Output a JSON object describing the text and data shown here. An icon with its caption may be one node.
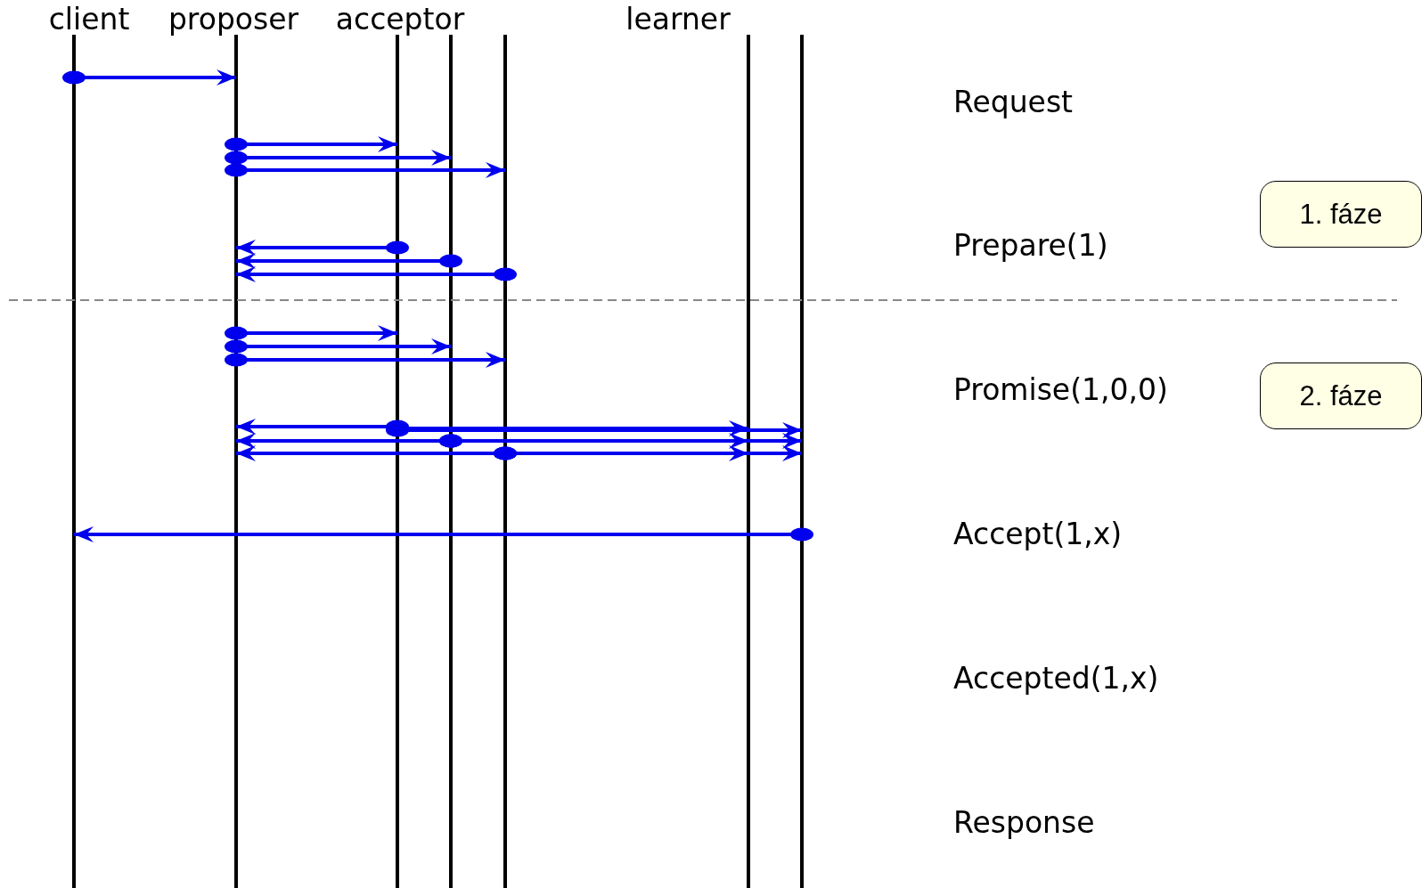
{
  "diagram": {
    "nodes": [
      {
        "text": [
          "client"
        ]
      },
      {
        "text": [
          "proposer"
        ]
      },
      {
        "text": [
          "acceptor"
        ]
      },
      {
        "text": [],
        "shape": "bar"
      },
      {
        "text": [],
        "shape": "bar"
      },
      {
        "text": [
          "learner"
        ]
      },
      {
        "text": [],
        "shape": "bar"
      },
      {
        "text": [
          "1. fáze"
        ]
      },
      {
        "text": [
          "2. fáze"
        ]
      }
    ],
    "edges": [
      {
        "from": 0,
        "to": 1,
        "arrow": "to"
      },
      {
        "from": 1,
        "to": 2,
        "arrow": "to"
      },
      {
        "from": 1,
        "to": 3,
        "arrow": "to"
      },
      {
        "from": 1,
        "to": 4,
        "arrow": "to"
      },
      {
        "from": 2,
        "to": 1,
        "arrow": "to"
      },
      {
        "from": 3,
        "to": 1,
        "arrow": "to"
      },
      {
        "from": 4,
        "to": 1,
        "arrow": "to"
      },
      {
        "from": 1,
        "to": 2,
        "arrow": "to"
      },
      {
        "from": 1,
        "to": 3,
        "arrow": "to"
      },
      {
        "from": 1,
        "to": 4,
        "arrow": "to"
      },
      {
        "from": 2,
        "to": 1,
        "arrow": "to"
      },
      {
        "from": 2,
        "to": 5,
        "arrow": "to"
      },
      {
        "from": 2,
        "to": 6,
        "arrow": "to"
      },
      {
        "from": 3,
        "to": 1,
        "arrow": "to"
      },
      {
        "from": 3,
        "to": 5,
        "arrow": "to"
      },
      {
        "from": 3,
        "to": 6,
        "arrow": "to"
      },
      {
        "from": 4,
        "to": 1,
        "arrow": "to"
      },
      {
        "from": 4,
        "to": 5,
        "arrow": "to"
      },
      {
        "from": 4,
        "to": 6,
        "arrow": "to"
      },
      {
        "from": 6,
        "to": 0,
        "arrow": "to"
      }
    ],
    "labels": [
      "Request",
      "Prepare(1)",
      "Promise(1,0,0)",
      "Accept(1,x)",
      "Accepted(1,x)",
      "Response"
    ]
  }
}
